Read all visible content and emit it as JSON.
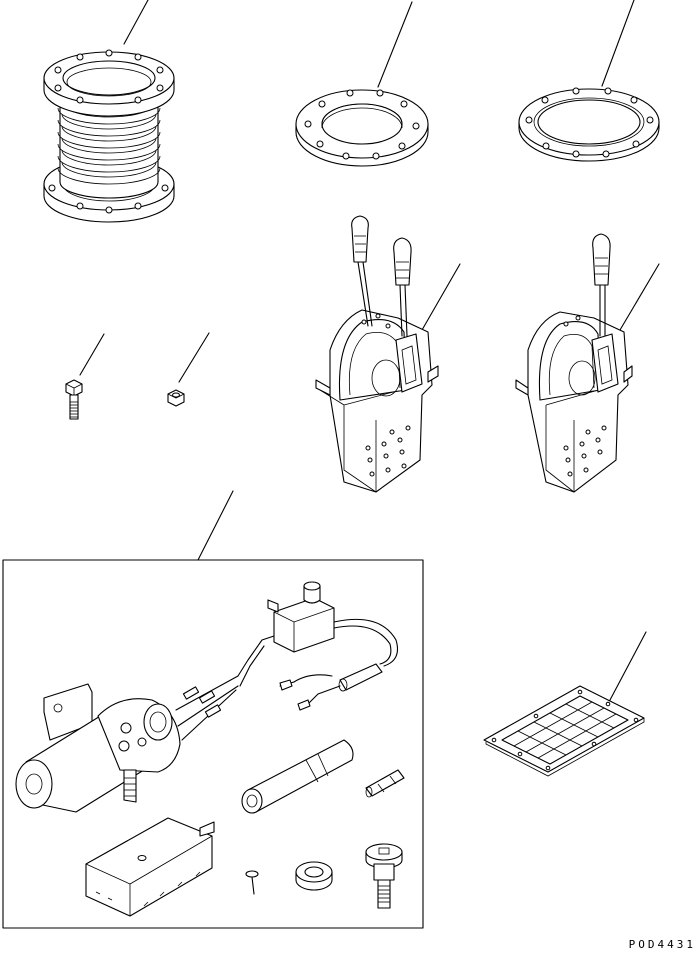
{
  "drawing": {
    "code": "POD4431"
  },
  "parts": [
    {
      "id": "bellows-joint",
      "icon": "bellows-flange-icon"
    },
    {
      "id": "flange-gasket",
      "icon": "flange-gasket-icon"
    },
    {
      "id": "flange-seal",
      "icon": "flange-seal-icon"
    },
    {
      "id": "bolt",
      "icon": "bolt-icon"
    },
    {
      "id": "nut",
      "icon": "nut-icon"
    },
    {
      "id": "double-lever",
      "icon": "double-lever-icon"
    },
    {
      "id": "single-lever",
      "icon": "single-lever-icon"
    },
    {
      "id": "actuator-kit",
      "icon": "actuator-kit-icon"
    },
    {
      "id": "grid-plate",
      "icon": "grid-plate-icon"
    }
  ]
}
